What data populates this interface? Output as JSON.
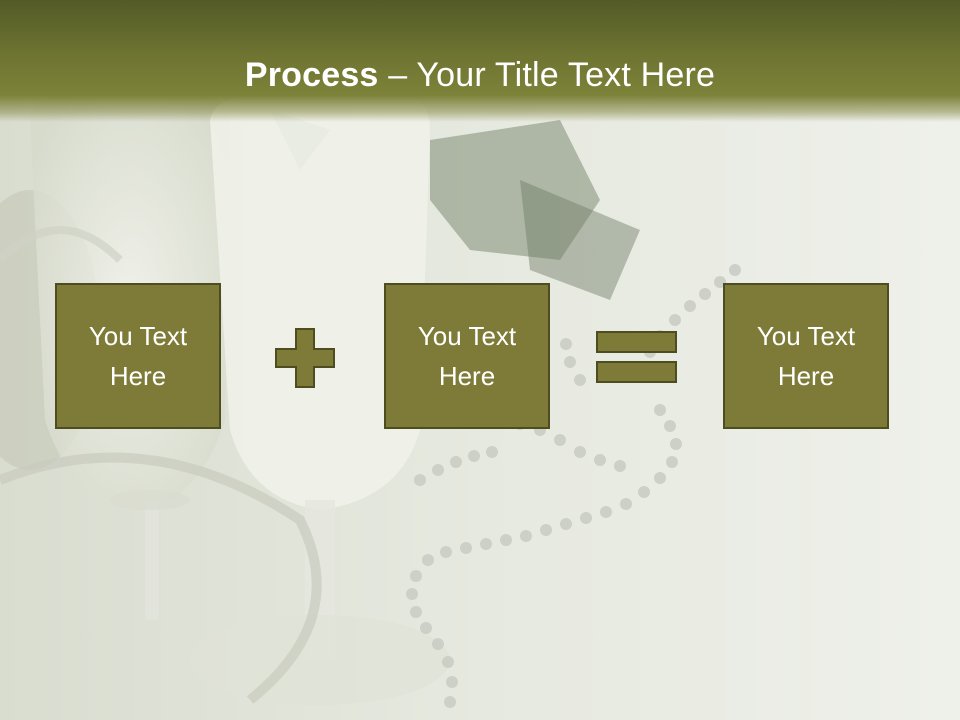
{
  "slide": {
    "title_bold": "Process",
    "title_dash": " – ",
    "title_rest": "Your Title Text Here"
  },
  "boxes": [
    {
      "line1": "You Text",
      "line2": "Here"
    },
    {
      "line1": "You Text",
      "line2": "Here"
    },
    {
      "line1": "You Text",
      "line2": "Here"
    }
  ],
  "operators": [
    "plus-icon",
    "equals-icon"
  ],
  "colors": {
    "title_band": "#6e7431",
    "box_fill": "#7d7b37",
    "box_border": "#4e4d20",
    "text": "#ffffff",
    "background": "#eef0ea"
  }
}
